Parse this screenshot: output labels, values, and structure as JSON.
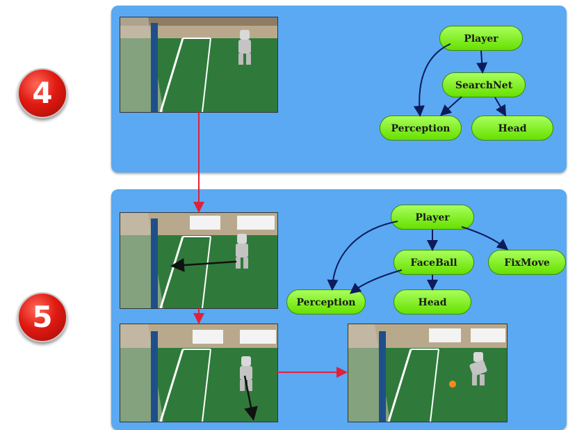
{
  "steps": [
    {
      "number": "4"
    },
    {
      "number": "5"
    }
  ],
  "tree_step4": {
    "player": "Player",
    "searchnet": "SearchNet",
    "perception": "Perception",
    "head": "Head"
  },
  "tree_step5": {
    "player": "Player",
    "faceball": "FaceBall",
    "fixmove": "FixMove",
    "perception": "Perception",
    "head": "Head"
  },
  "colors": {
    "panel": "#5aa9f2",
    "node": "#7cf21a",
    "tree_edge": "#0d1a5c",
    "sequence_arrow": "#e0203a",
    "field": "#2f7a3a"
  },
  "icons": [
    "robot-figure",
    "goal-post",
    "field-lines"
  ]
}
